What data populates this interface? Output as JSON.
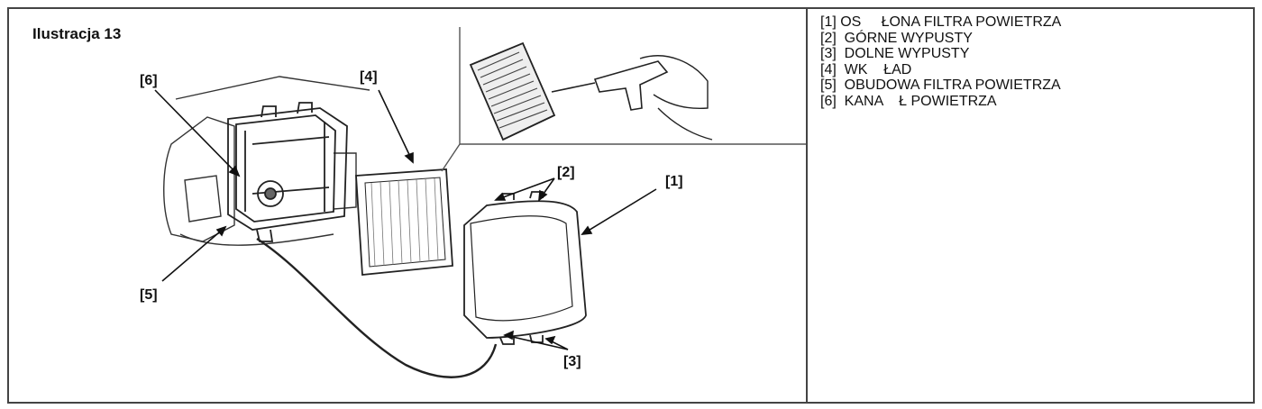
{
  "figure": {
    "title": "Ilustracja 13",
    "callouts": [
      "[1]",
      "[2]",
      "[3]",
      "[4]",
      "[5]",
      "[6]"
    ]
  },
  "legend": {
    "items": [
      "[1] OS     ŁONA FILTRA POWIETRZA",
      "[2]  GÓRNE WYPUSTY",
      "[3]  DOLNE WYPUSTY",
      "[4]  WK    ŁAD",
      "[5]  OBUDOWA FILTRA POWIETRZA",
      "[6]  KANA    Ł POWIETRZA"
    ]
  }
}
